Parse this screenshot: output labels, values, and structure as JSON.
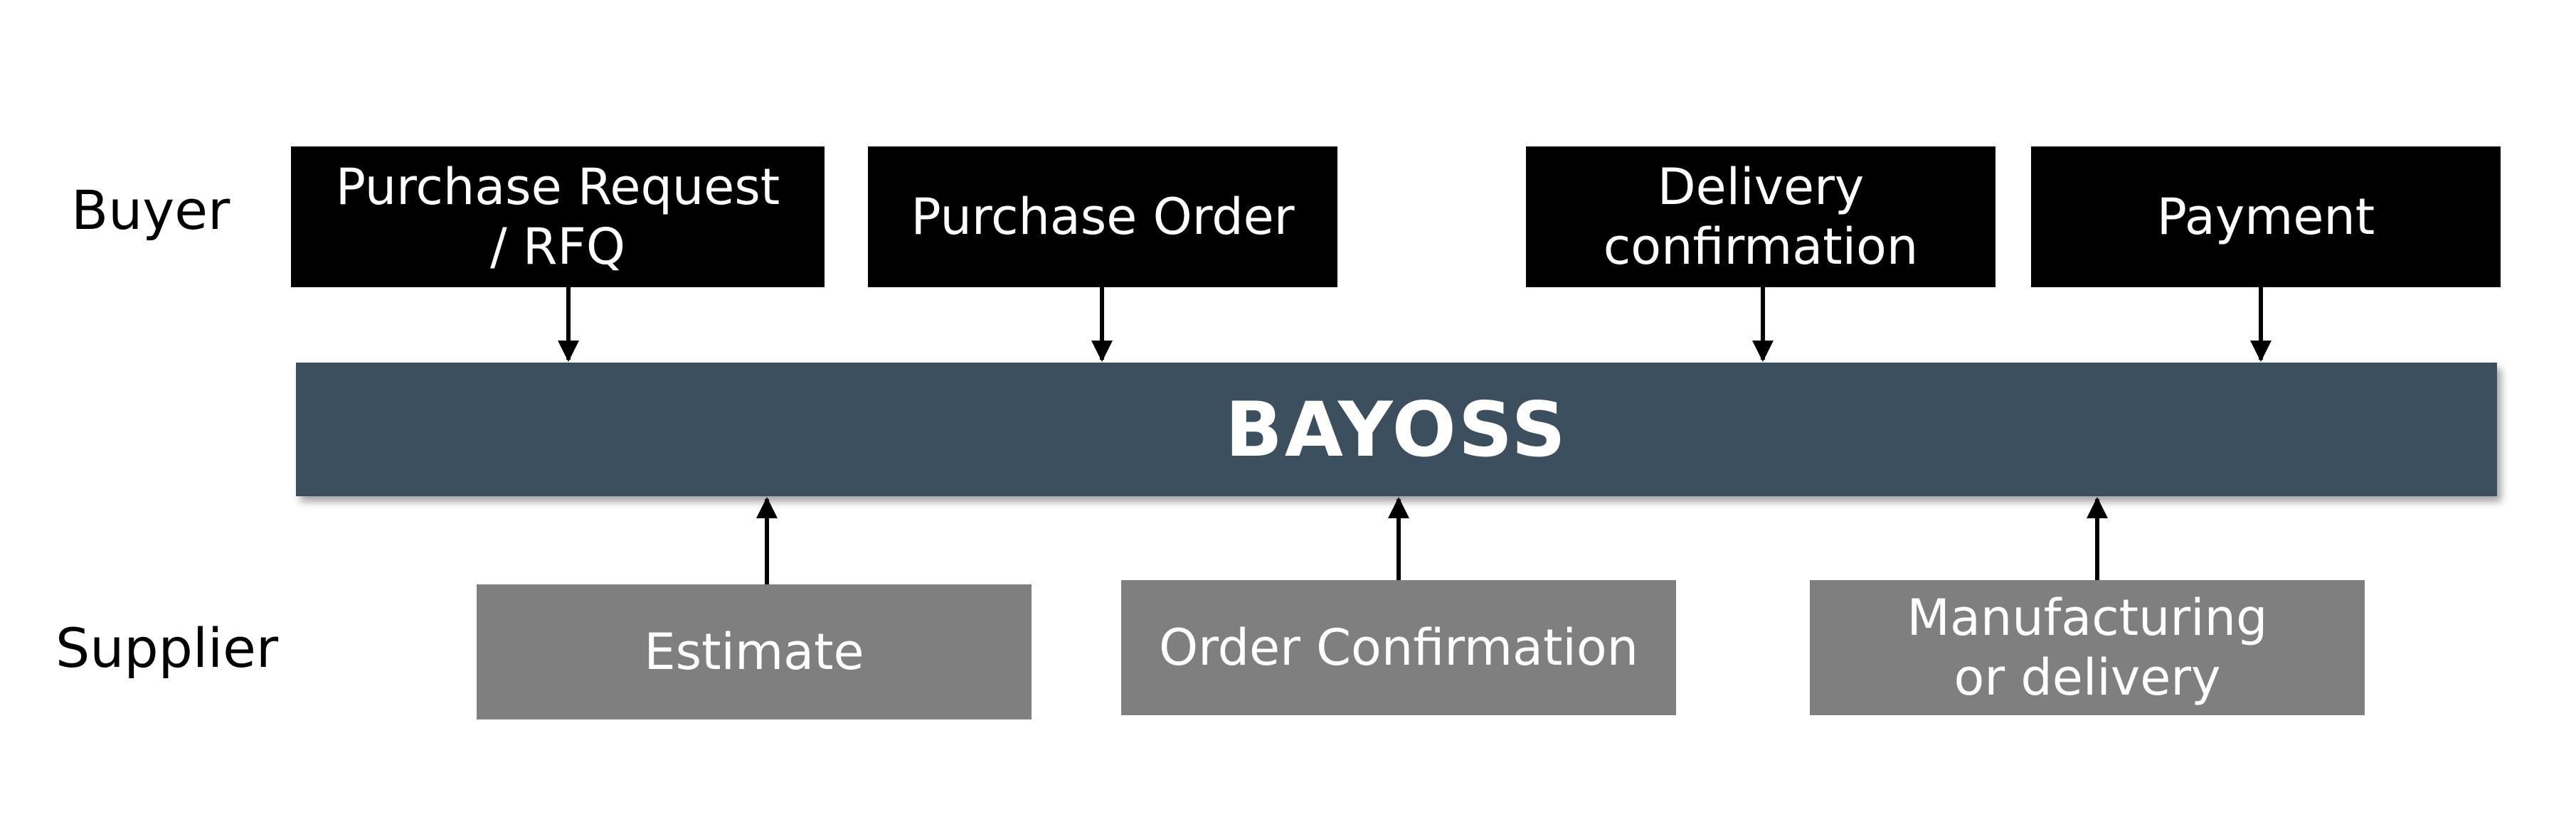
{
  "labels": {
    "buyer": "Buyer",
    "supplier": "Supplier"
  },
  "hub": {
    "title": "BAYOSS"
  },
  "buyer_steps": [
    {
      "label": "Purchase Request\n/ RFQ"
    },
    {
      "label": "Purchase Order"
    },
    {
      "label": "Delivery\nconfirmation"
    },
    {
      "label": "Payment"
    }
  ],
  "supplier_steps": [
    {
      "label": "Estimate"
    },
    {
      "label": "Order Confirmation"
    },
    {
      "label": "Manufacturing\nor delivery"
    }
  ],
  "colors": {
    "buyer_box": "#000000",
    "supplier_box": "#7f7f7f",
    "hub": "#3c4f5f",
    "text_on_box": "#ffffff"
  }
}
